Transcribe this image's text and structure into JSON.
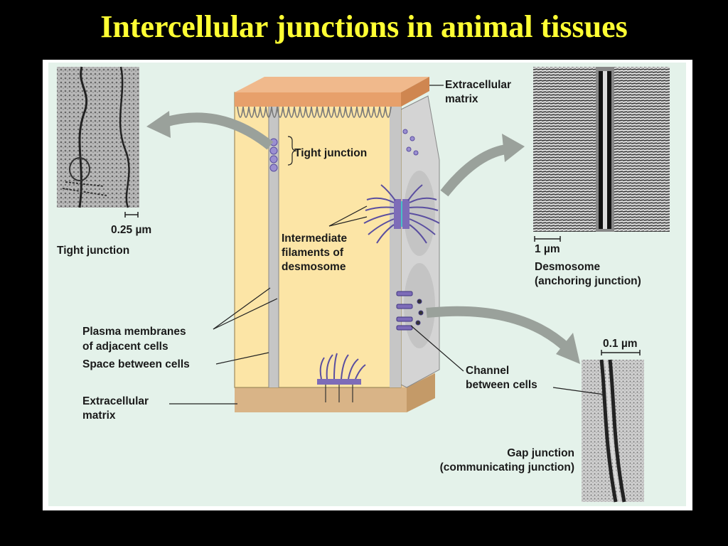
{
  "title": "Intercellular junctions in animal tissues",
  "labels": {
    "ecm_top_1": "Extracellular",
    "ecm_top_2": "matrix",
    "tight_junction": "Tight junction",
    "scale_tj": "0.25 µm",
    "tight_junction_caption": "Tight junction",
    "if_1": "Intermediate",
    "if_2": "filaments of",
    "if_3": "desmosome",
    "pm_1": "Plasma membranes",
    "pm_2": "of adjacent cells",
    "space": "Space between cells",
    "ecm_bottom_1": "Extracellular",
    "ecm_bottom_2": "matrix",
    "scale_des": "1 µm",
    "des_1": "Desmosome",
    "des_2": "(anchoring junction)",
    "scale_gap": "0.1 µm",
    "channel_1": "Channel",
    "channel_2": "between cells",
    "gap_1": "Gap junction",
    "gap_2": "(communicating junction)"
  },
  "colors": {
    "title": "#ffff33",
    "panel_bg": "#e4f2ea",
    "cell_fill": "#fce5a6",
    "cell_side": "#c9c9c9",
    "ecm_top": "#e7a06b",
    "ecm_bottom": "#d9b487",
    "protein": "#7d6cb8",
    "arrow": "#9aa19b"
  }
}
